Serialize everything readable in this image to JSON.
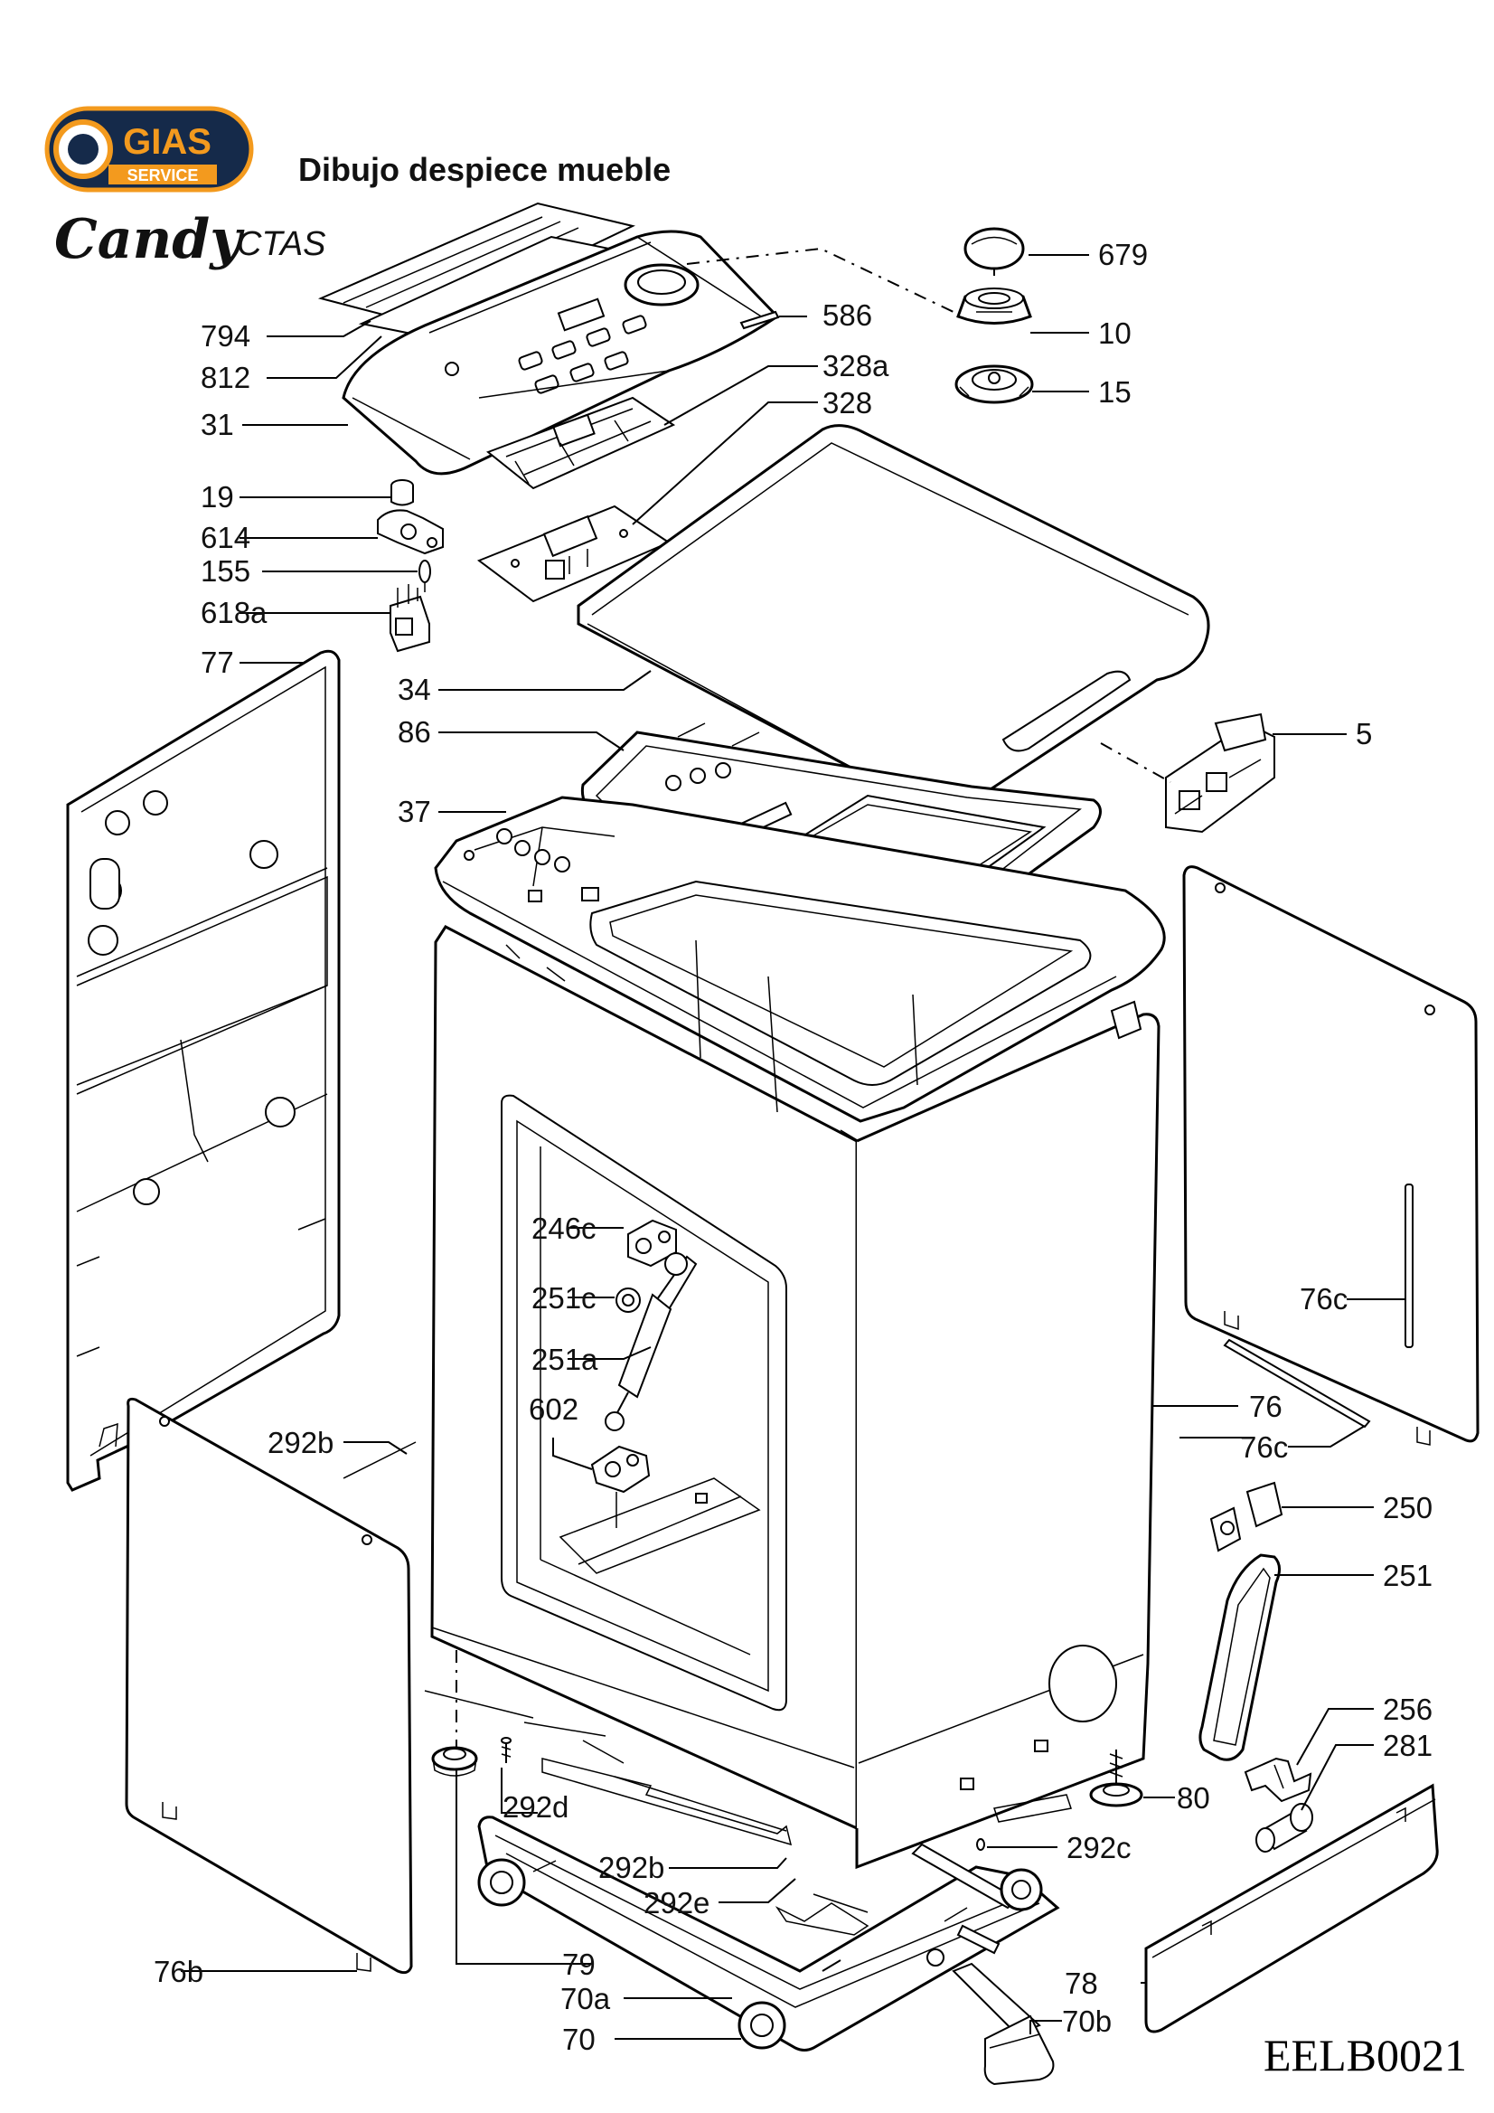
{
  "header": {
    "logo_text": "GIAS",
    "logo_subtext": "SERVICE",
    "title": "Dibujo despiece mueble",
    "brand": "Candy",
    "model": "CTAS"
  },
  "drawing_code": "EELB0021",
  "labels": {
    "p679": "679",
    "p10": "10",
    "p15": "15",
    "p794": "794",
    "p812": "812",
    "p31": "31",
    "p586": "586",
    "p328a": "328a",
    "p328": "328",
    "p19": "19",
    "p614": "614",
    "p155": "155",
    "p618a": "618a",
    "p77": "77",
    "p34": "34",
    "p86": "86",
    "p37": "37",
    "p5": "5",
    "p246c": "246c",
    "p251c": "251c",
    "p251a": "251a",
    "p602": "602",
    "p292b_top": "292b",
    "p76c_right": "76c",
    "p76": "76",
    "p76c_bottom": "76c",
    "p250": "250",
    "p251": "251",
    "p256": "256",
    "p281": "281",
    "p80": "80",
    "p292c": "292c",
    "p292d": "292d",
    "p292b_base": "292b",
    "p292e": "292e",
    "p76b": "76b",
    "p79": "79",
    "p70a": "70a",
    "p70": "70",
    "p78": "78",
    "p70b": "70b"
  },
  "colors": {
    "logo_ring": "#f39a1e",
    "logo_body": "#152a4a",
    "line": "#000000"
  }
}
